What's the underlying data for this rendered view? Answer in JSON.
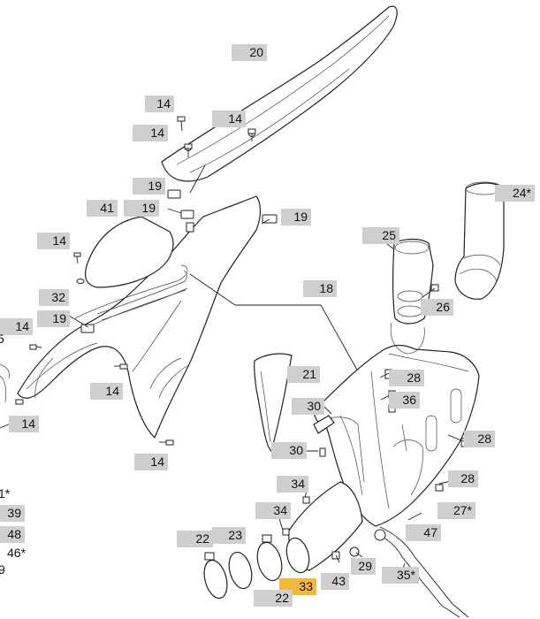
{
  "callouts": {
    "c20": "20",
    "c14a": "14",
    "c14b": "14",
    "c14c": "14",
    "c19a": "19",
    "c19b": "19",
    "c19c": "19",
    "c41": "41",
    "c14d": "14",
    "c32": "32",
    "c14e": "14",
    "c19d": "19",
    "c14f": "14",
    "c14g": "14",
    "c14h": "14",
    "c18": "18",
    "c21": "21",
    "c30a": "30",
    "c30b": "30",
    "c25": "25",
    "c24": "24*",
    "c26": "26",
    "c28a": "28",
    "c36": "36",
    "c28b": "28",
    "c28c": "28",
    "c34a": "34",
    "c34b": "34",
    "c27": "27*",
    "c47": "47",
    "c22a": "22",
    "c23": "23",
    "c33": "33",
    "c22b": "22",
    "c43": "43",
    "c29": "29",
    "c35": "35*"
  },
  "edge_labels": {
    "e5": "5",
    "e1": "1*",
    "e39": "39",
    "e48": "48",
    "e46": "46*",
    "e9": "9"
  },
  "highlight": "#f4b73e",
  "tag_color": "#cfcfcf"
}
